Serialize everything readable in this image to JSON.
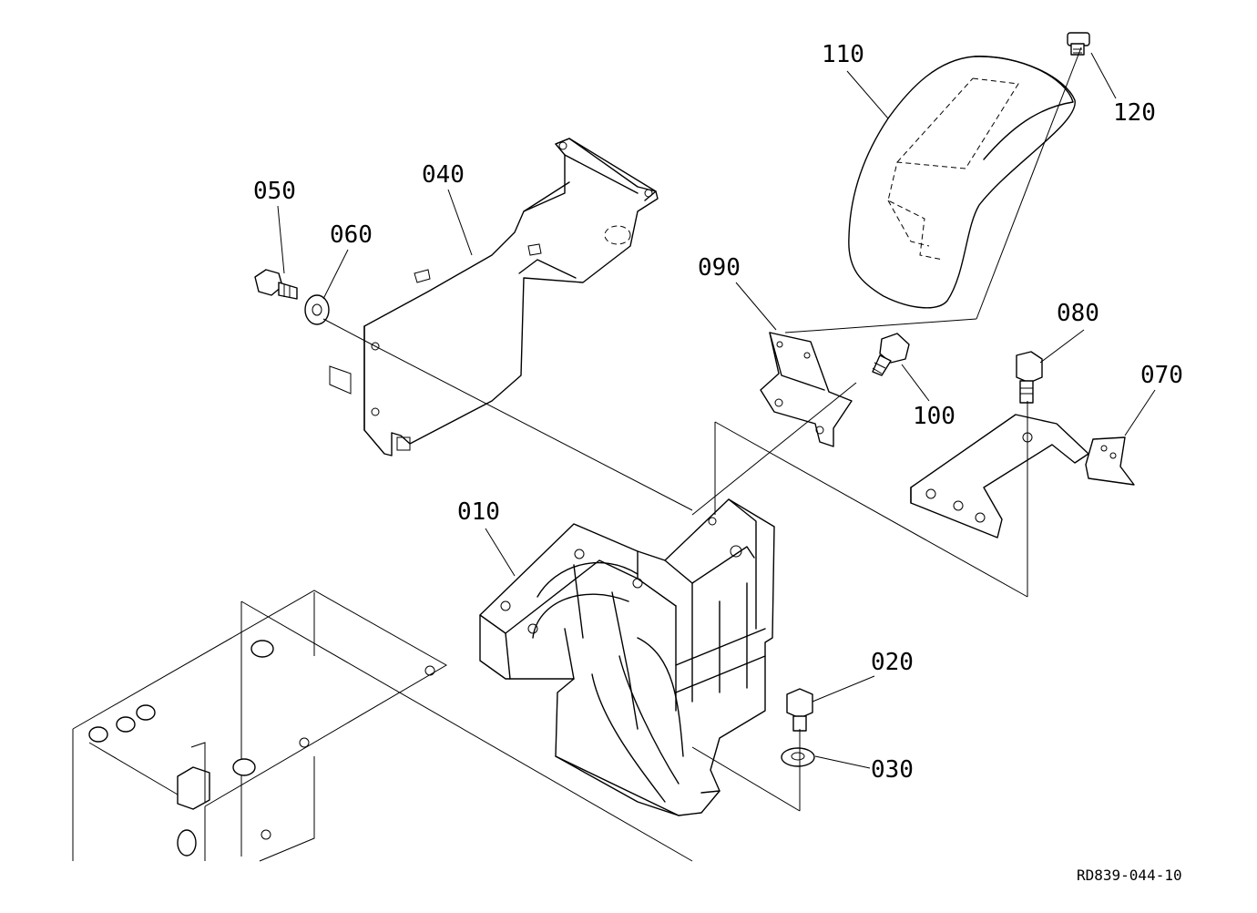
{
  "labels": {
    "p010": "010",
    "p020": "020",
    "p030": "030",
    "p040": "040",
    "p050": "050",
    "p060": "060",
    "p070": "070",
    "p080": "080",
    "p090": "090",
    "p100": "100",
    "p110": "110",
    "p120": "120"
  },
  "drawing_ref": "RD839-044-10"
}
